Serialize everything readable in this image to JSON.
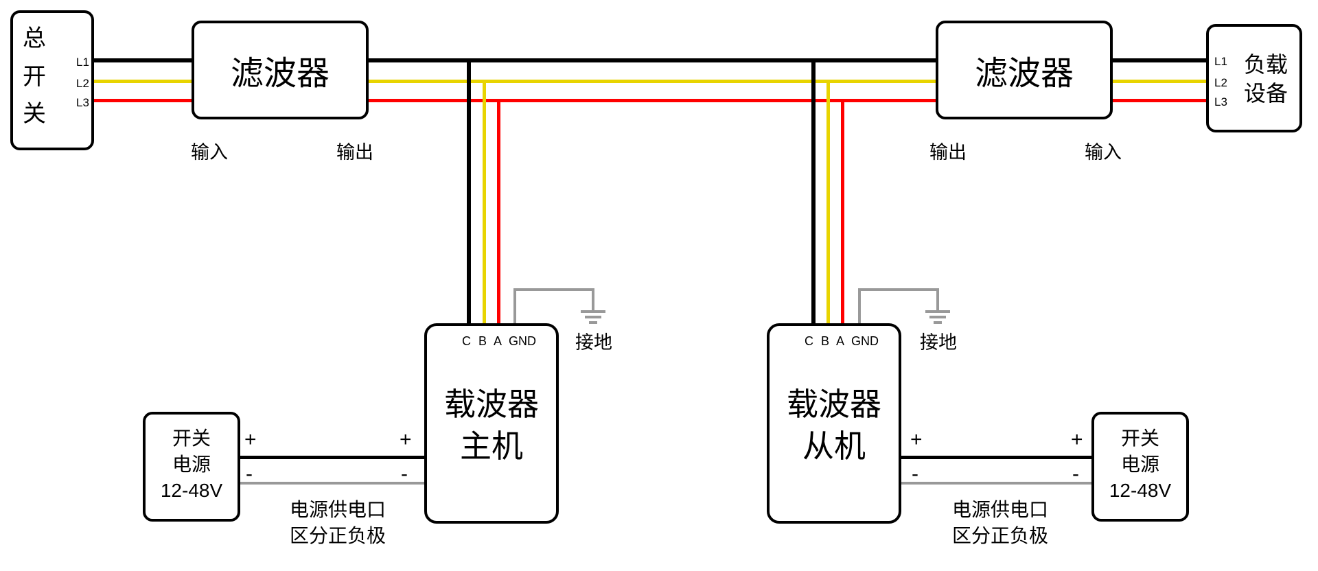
{
  "colors": {
    "l1_wire": "#000000",
    "l2_wire": "#e8d400",
    "l3_wire": "#ff0000",
    "ground_wire": "#999999"
  },
  "main_switch": {
    "char1": "总",
    "char2": "开",
    "char3": "关",
    "l1": "L1",
    "l2": "L2",
    "l3": "L3"
  },
  "filter_left": {
    "label": "滤波器",
    "left_port": "输入",
    "right_port": "输出"
  },
  "filter_right": {
    "label": "滤波器",
    "left_port": "输出",
    "right_port": "输入"
  },
  "load_device": {
    "label_line1": "负载",
    "label_line2": "设备",
    "l1": "L1",
    "l2": "L2",
    "l3": "L3"
  },
  "carrier_master": {
    "terminals": "C B A GND",
    "label_line1": "载波器",
    "label_line2": "主机",
    "ground_label": "接地"
  },
  "carrier_slave": {
    "terminals": "C B A GND",
    "label_line1": "载波器",
    "label_line2": "从机",
    "ground_label": "接地"
  },
  "psu_left": {
    "line1": "开关",
    "line2": "电源",
    "line3": "12-48V"
  },
  "psu_right": {
    "line1": "开关",
    "line2": "电源",
    "line3": "12-48V"
  },
  "signs": {
    "plus": "+",
    "minus": "-"
  },
  "note_left": {
    "line1": "电源供电口",
    "line2": "区分正负极"
  },
  "note_right": {
    "line1": "电源供电口",
    "line2": "区分正负极"
  }
}
